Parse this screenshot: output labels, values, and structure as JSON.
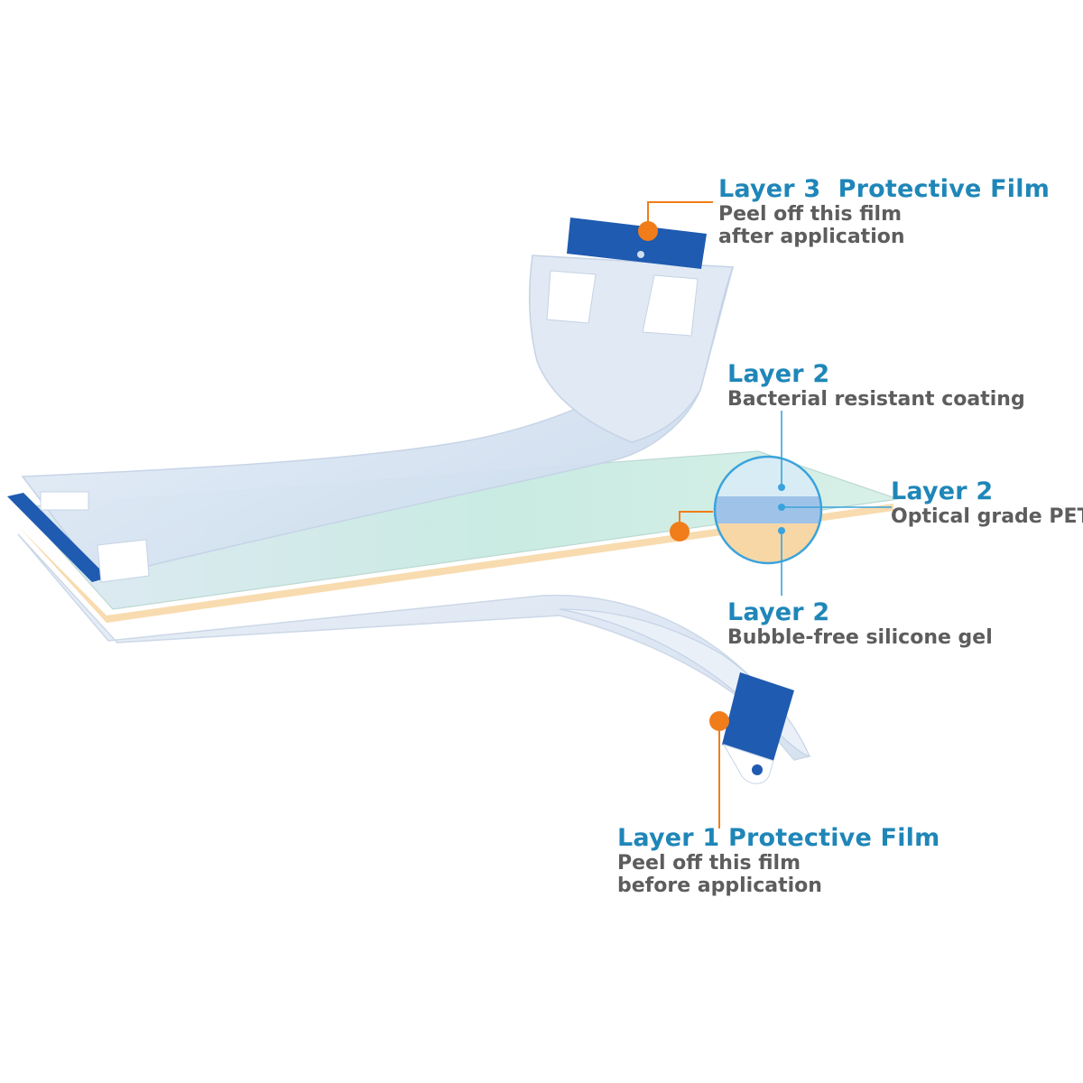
{
  "colors": {
    "heading": "#1f86b8",
    "body_text": "#5d5d5d",
    "callout_orange": "#f07d1a",
    "callout_blue": "#3aa3dc",
    "tab_blue": "#1f5bb0"
  },
  "labels": {
    "layer3": {
      "title": "Layer 3  Protective Film",
      "line1": "Peel off this film",
      "line2": "after application"
    },
    "layer2_coating": {
      "title": "Layer 2",
      "line1": "Bacterial resistant coating"
    },
    "layer2_pet": {
      "title": "Layer 2",
      "line1": "Optical grade PET"
    },
    "layer2_gel": {
      "title": "Layer 2",
      "line1": "Bubble-free silicone gel"
    },
    "layer1": {
      "title": "Layer 1 Protective Film",
      "line1": "Peel off this film",
      "line2": "before application"
    }
  }
}
